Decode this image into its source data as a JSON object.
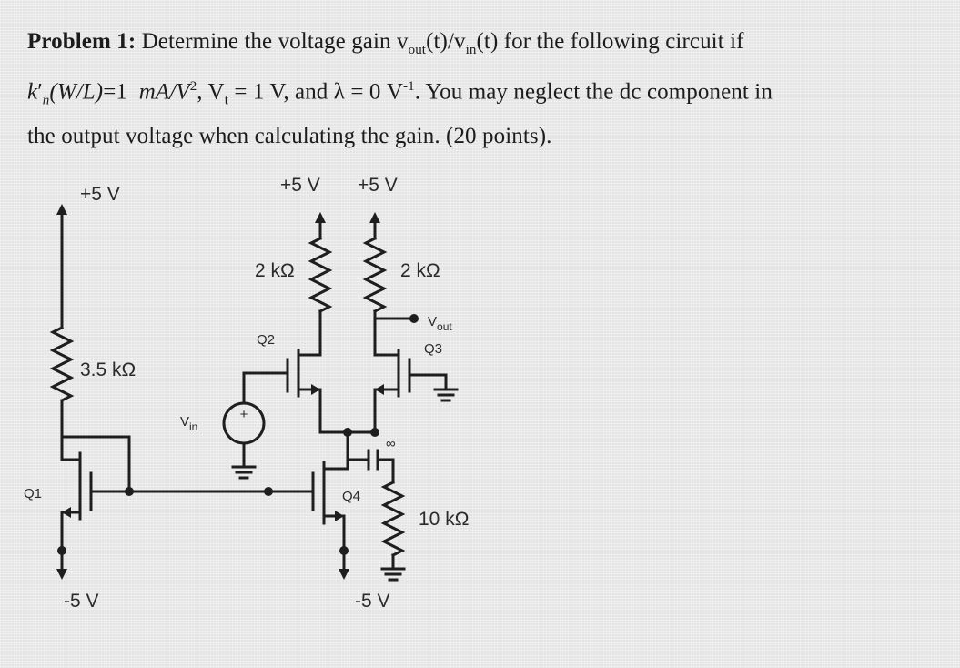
{
  "problem": {
    "heading": "Problem 1:",
    "line1_rest": "Determine the voltage gain v",
    "out_sub": "out",
    "t1": "(t)/v",
    "in_sub": "in",
    "t2": "(t) for the following circuit if",
    "kn": "k",
    "kn_prime": "′",
    "kn_sub": "n",
    "wl": "(W/L)",
    "eq1": "=1",
    "unit": "mA/V",
    "unit_sup": "2",
    "vt": ", V",
    "vt_sub": "t",
    "vt_val": " = 1 V, and ",
    "lambda": "λ",
    "lambda_val": " = 0 V",
    "lambda_sup": "-1",
    "line2_end": ". You may neglect the dc component in",
    "line3": "the output voltage when calculating the gain. (20 points)."
  },
  "circuit": {
    "supply_q1": "+5 V",
    "supply_q2": "+5 V",
    "supply_q3": "+5 V",
    "r_q1": "3.5 kΩ",
    "r_q2": "2 kΩ",
    "r_q3": "2 kΩ",
    "r_load": "10 kΩ",
    "vin_label": "V",
    "vin_sub": "in",
    "vout_label": "V",
    "vout_sub": "out",
    "q1": "Q1",
    "q2": "Q2",
    "q3": "Q3",
    "q4": "Q4",
    "cap": "∞",
    "source_plus": "+",
    "neg_q1": "-5 V",
    "neg_q4": "-5 V"
  }
}
